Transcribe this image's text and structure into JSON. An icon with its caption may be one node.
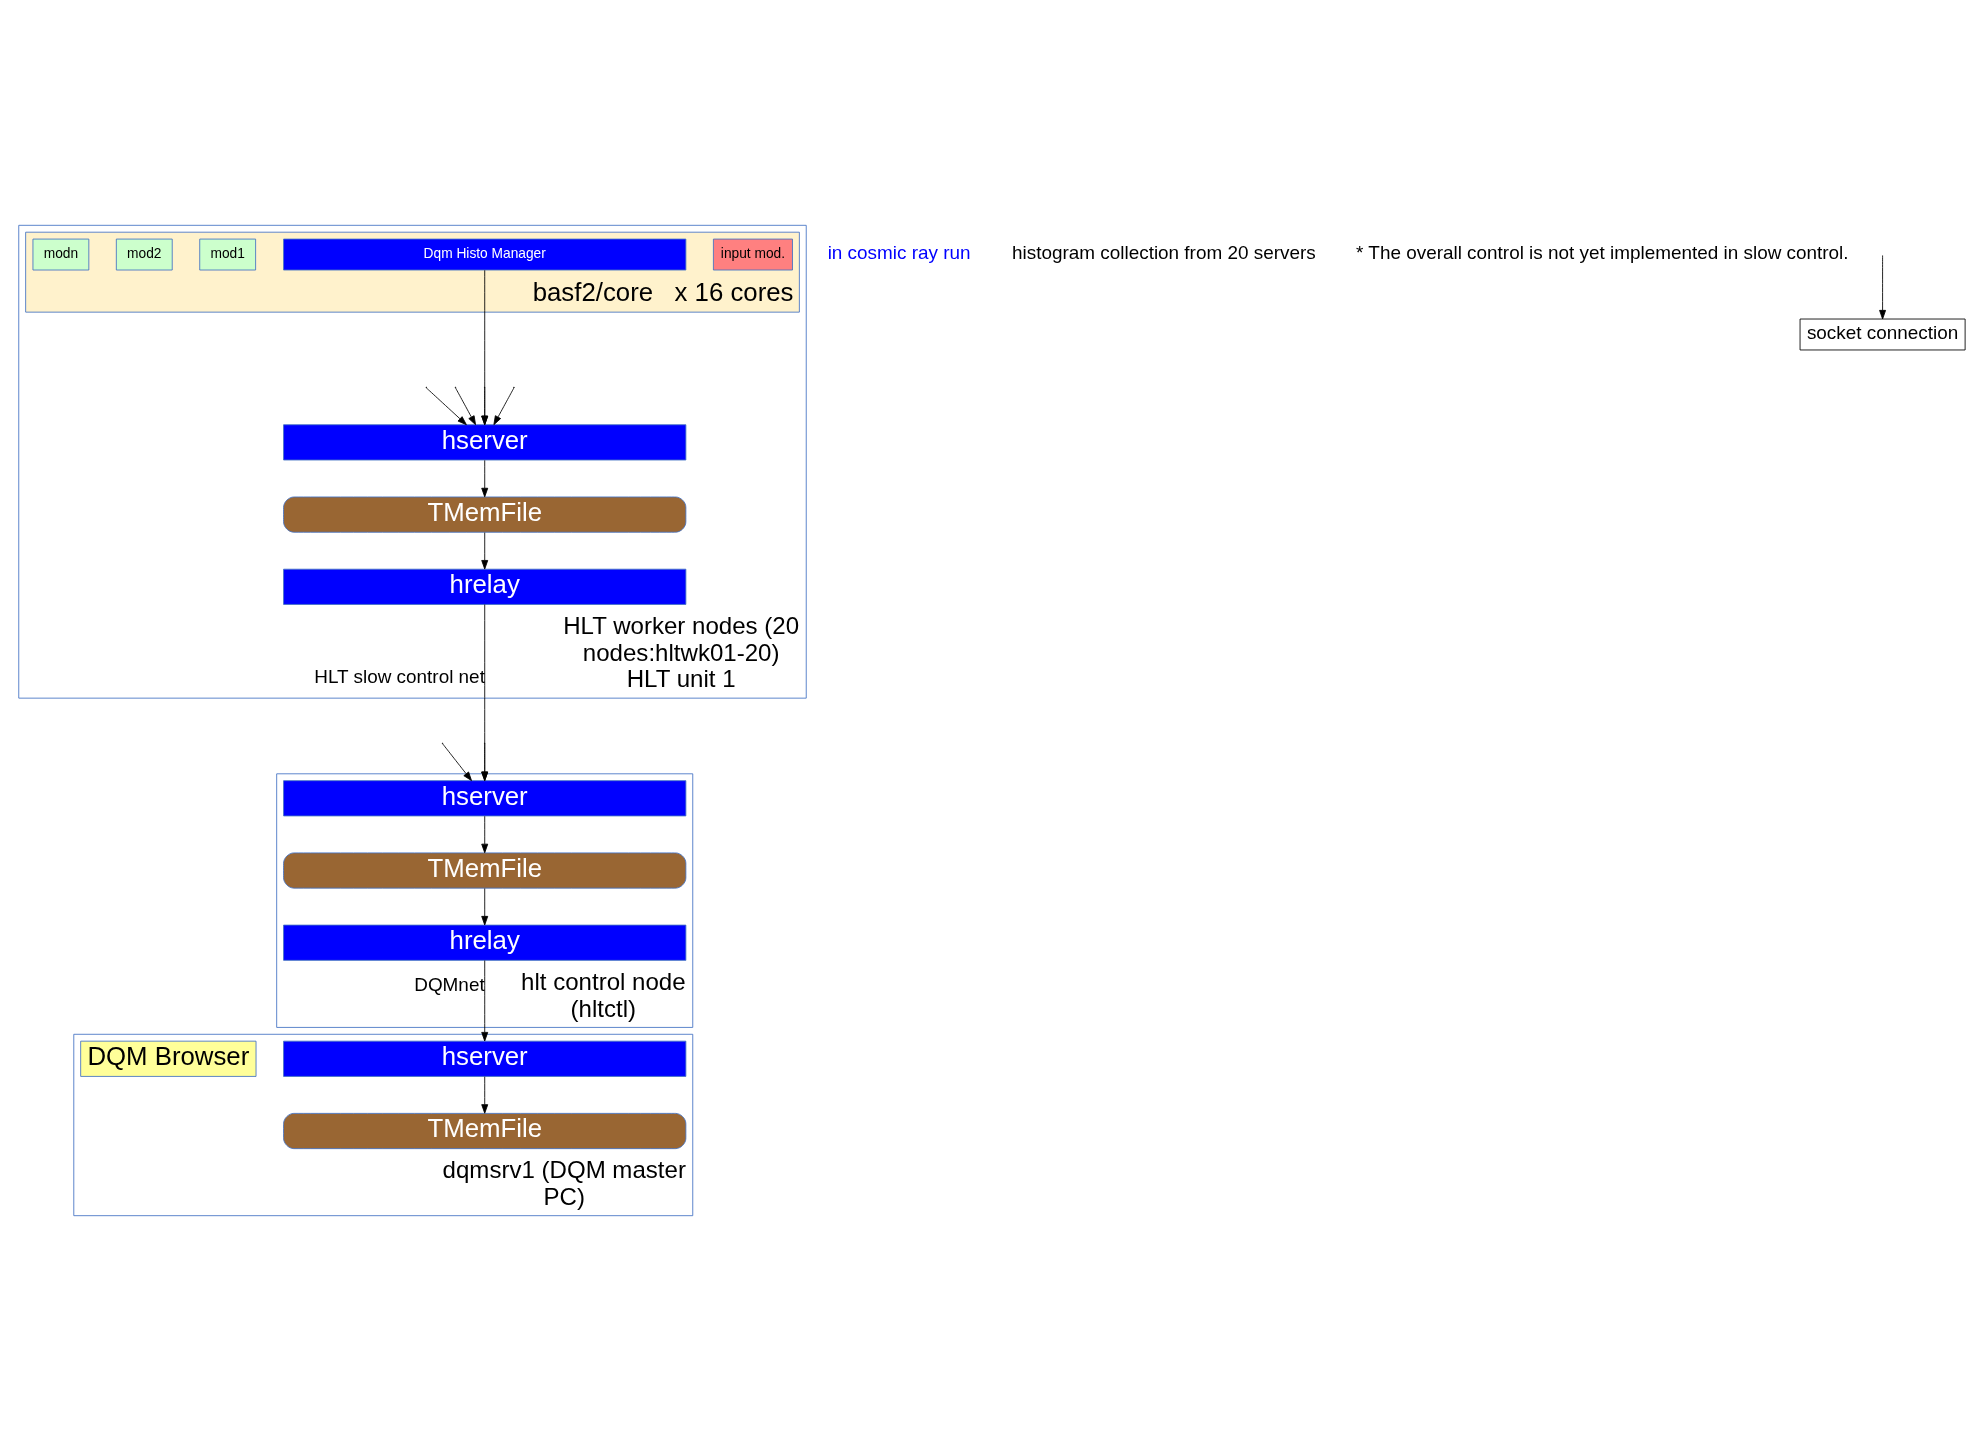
{
  "diagram": {
    "nodes": [
      {
        "text": [
          "HLT worker nodes (20 nodes:hltwk01-20)",
          "HLT unit 1"
        ]
      },
      {
        "text": [
          "basf2/core"
        ],
        "in": 0,
        "beside": [
          "x 16 cores"
        ]
      },
      {
        "text": [
          "input mod."
        ],
        "in": 1
      },
      {
        "text": [
          "Dqm Histo Manager"
        ],
        "in": 1
      },
      {
        "text": [
          "mod1"
        ],
        "in": 1
      },
      {
        "text": [
          "mod2"
        ],
        "in": 1
      },
      {
        "text": [
          "modn"
        ],
        "in": 1
      },
      {
        "text": [
          "hserver"
        ],
        "in": 0
      },
      {
        "text": [
          "TMemFile"
        ],
        "in": 0
      },
      {
        "text": [
          "hrelay"
        ],
        "in": 0
      },
      {
        "text": [
          "hlt control node (hltctl)"
        ]
      },
      {
        "text": [
          "hserver"
        ],
        "in": 10
      },
      {
        "text": [
          "TMemFile"
        ],
        "in": 10
      },
      {
        "text": [
          "hrelay"
        ],
        "in": 10
      },
      {
        "text": [
          "dqmsrv1 (DQM master PC)"
        ]
      },
      {
        "text": [
          "hserver"
        ],
        "in": 14
      },
      {
        "text": [
          "TMemFile"
        ],
        "in": 14
      },
      {
        "text": [
          "DQM Browser"
        ],
        "in": 14
      }
    ],
    "edges": [
      {
        "from": 3,
        "to": 7,
        "arrow": "to"
      },
      {
        "from": null,
        "to": 7,
        "arrow": "to"
      },
      {
        "from": null,
        "to": 7,
        "arrow": "to"
      },
      {
        "from": null,
        "to": 7,
        "arrow": "to"
      },
      {
        "from": null,
        "to": 7,
        "arrow": "to"
      },
      {
        "from": 7,
        "to": 8,
        "arrow": "to"
      },
      {
        "from": 8,
        "to": 9,
        "arrow": "to"
      },
      {
        "from": 9,
        "to": 11,
        "arrow": "to",
        "label": "HLT slow control net"
      },
      {
        "from": null,
        "to": 11,
        "arrow": "to"
      },
      {
        "from": null,
        "to": 11,
        "arrow": "to"
      },
      {
        "from": 11,
        "to": 12,
        "arrow": "to"
      },
      {
        "from": 12,
        "to": 13,
        "arrow": "to"
      },
      {
        "from": 13,
        "to": 15,
        "arrow": "to",
        "label": "DQMnet"
      },
      {
        "from": 15,
        "to": 16,
        "arrow": "to"
      }
    ],
    "labels": [
      "in cosmic ray run",
      "histogram collection from 20 servers",
      "* The overall control is not yet implemented in slow control."
    ],
    "legend": [
      {
        "text": "socket connection"
      }
    ]
  }
}
